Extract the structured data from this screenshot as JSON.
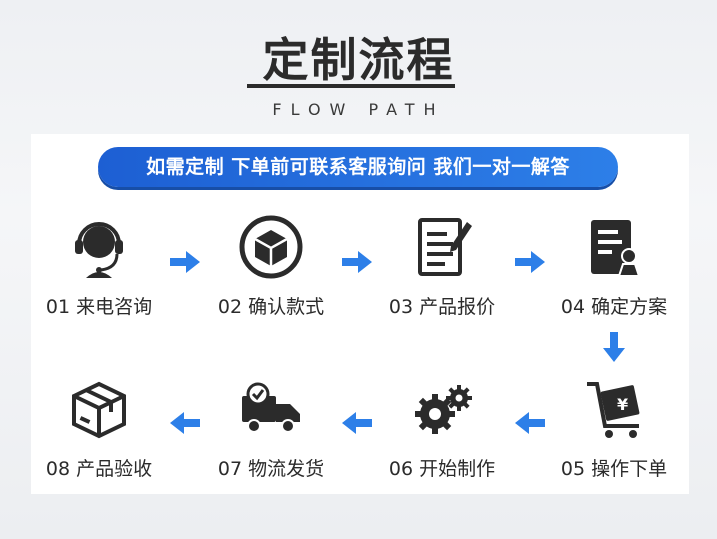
{
  "header": {
    "title": "定制流程",
    "subtitle": "FLOW PATH"
  },
  "banner": "如需定制 下单前可联系客服询问 我们一对一解答",
  "steps": [
    {
      "label": "01 来电咨询",
      "icon": "headset-icon"
    },
    {
      "label": "02 确认款式",
      "icon": "box-icon"
    },
    {
      "label": "03 产品报价",
      "icon": "quote-document-icon"
    },
    {
      "label": "04 确定方案",
      "icon": "plan-document-icon"
    },
    {
      "label": "05 操作下单",
      "icon": "order-cart-icon"
    },
    {
      "label": "06 开始制作",
      "icon": "gears-icon"
    },
    {
      "label": "07 物流发货",
      "icon": "delivery-truck-icon"
    },
    {
      "label": "08 产品验收",
      "icon": "package-icon"
    }
  ],
  "colors": {
    "accent": "#2d7fe8",
    "icon": "#2b2b2b"
  }
}
